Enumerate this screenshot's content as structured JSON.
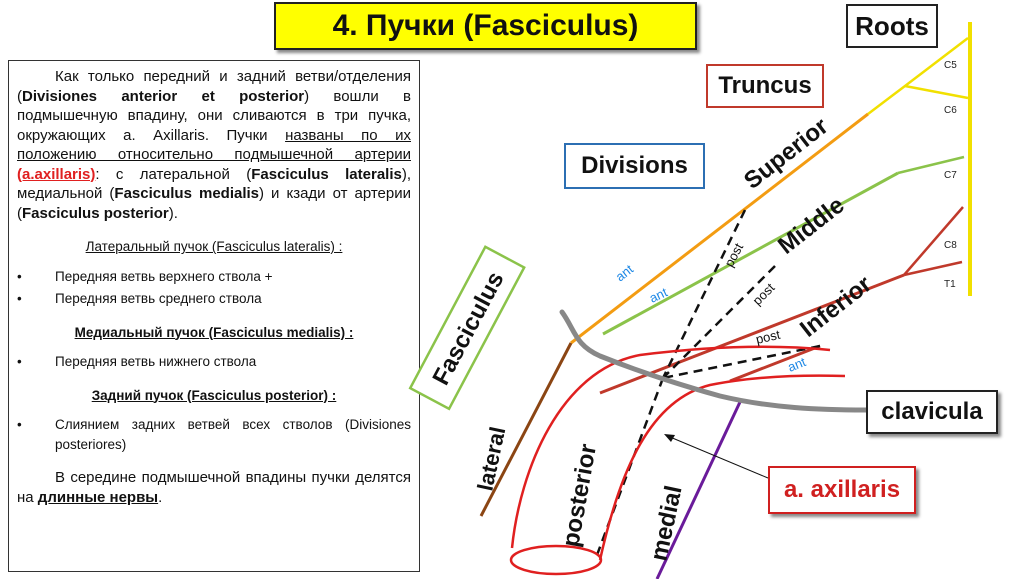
{
  "title": "4. Пучки (Fasciculus)",
  "text": {
    "p1": {
      "a": "Как только передний и задний ветви/отделения (",
      "b": "Divisiones anterior et posterior",
      "c": ") вошли в подмышечную впадину, они сливаются в три пучка, окружающих а. Axillaris. Пучки ",
      "d": "названы по их положению относительно подмышечной артерии",
      "e": " ",
      "f": "(a.axillaris)",
      "g": ": с латеральной (",
      "h": "Fasciculus lateralis",
      "i": "), медиальной (",
      "j": "Fasciculus medialis",
      "k": ") и кзади от артерии (",
      "l": "Fasciculus posterior",
      "m": ")."
    },
    "lateral_head": "Латеральный пучок (Fasciculus lateralis) :",
    "lateral_items": [
      "Передняя ветвь верхнего ствола +",
      "Передняя ветвь среднего ствола"
    ],
    "medial_head": "Медиальный пучок (Fasciculus medialis) :",
    "medial_items": [
      "Передняя ветвь нижнего ствола"
    ],
    "posterior_head": "Задний пучок (Fasciculus posterior) :",
    "posterior_items": [
      "Слиянием задних ветвей всех стволов (Divisiones posteriores)"
    ],
    "final": {
      "a": "В середине подмышечной впадины пучки делятся на ",
      "b": "длинные нервы",
      "c": "."
    },
    "bullet": "•"
  },
  "diagram": {
    "roots": "Roots",
    "truncus": "Truncus",
    "divisions": "Divisions",
    "fasciculus": "Fasciculus",
    "clavicula": "clavicula",
    "axillaris": "a. axillaris",
    "superior": "Superior",
    "middle": "Middle",
    "inferior": "Inferior",
    "lateral": "lateral",
    "posterior": "posterior",
    "medial": "medial",
    "root_labels": [
      "C5",
      "C6",
      "C7",
      "C8",
      "T1"
    ],
    "ant": "ant",
    "post": "post"
  },
  "colors": {
    "title_bg": "#ffff00",
    "superior": "#f39c12",
    "middle": "#8bc34a",
    "inferior": "#c0392b",
    "roots": "#f1e000",
    "lateral": "#8b4513",
    "medial": "#6a1b9a",
    "artery": "#e02020",
    "clavicle": "#888888",
    "blue": "#1e88e5"
  }
}
